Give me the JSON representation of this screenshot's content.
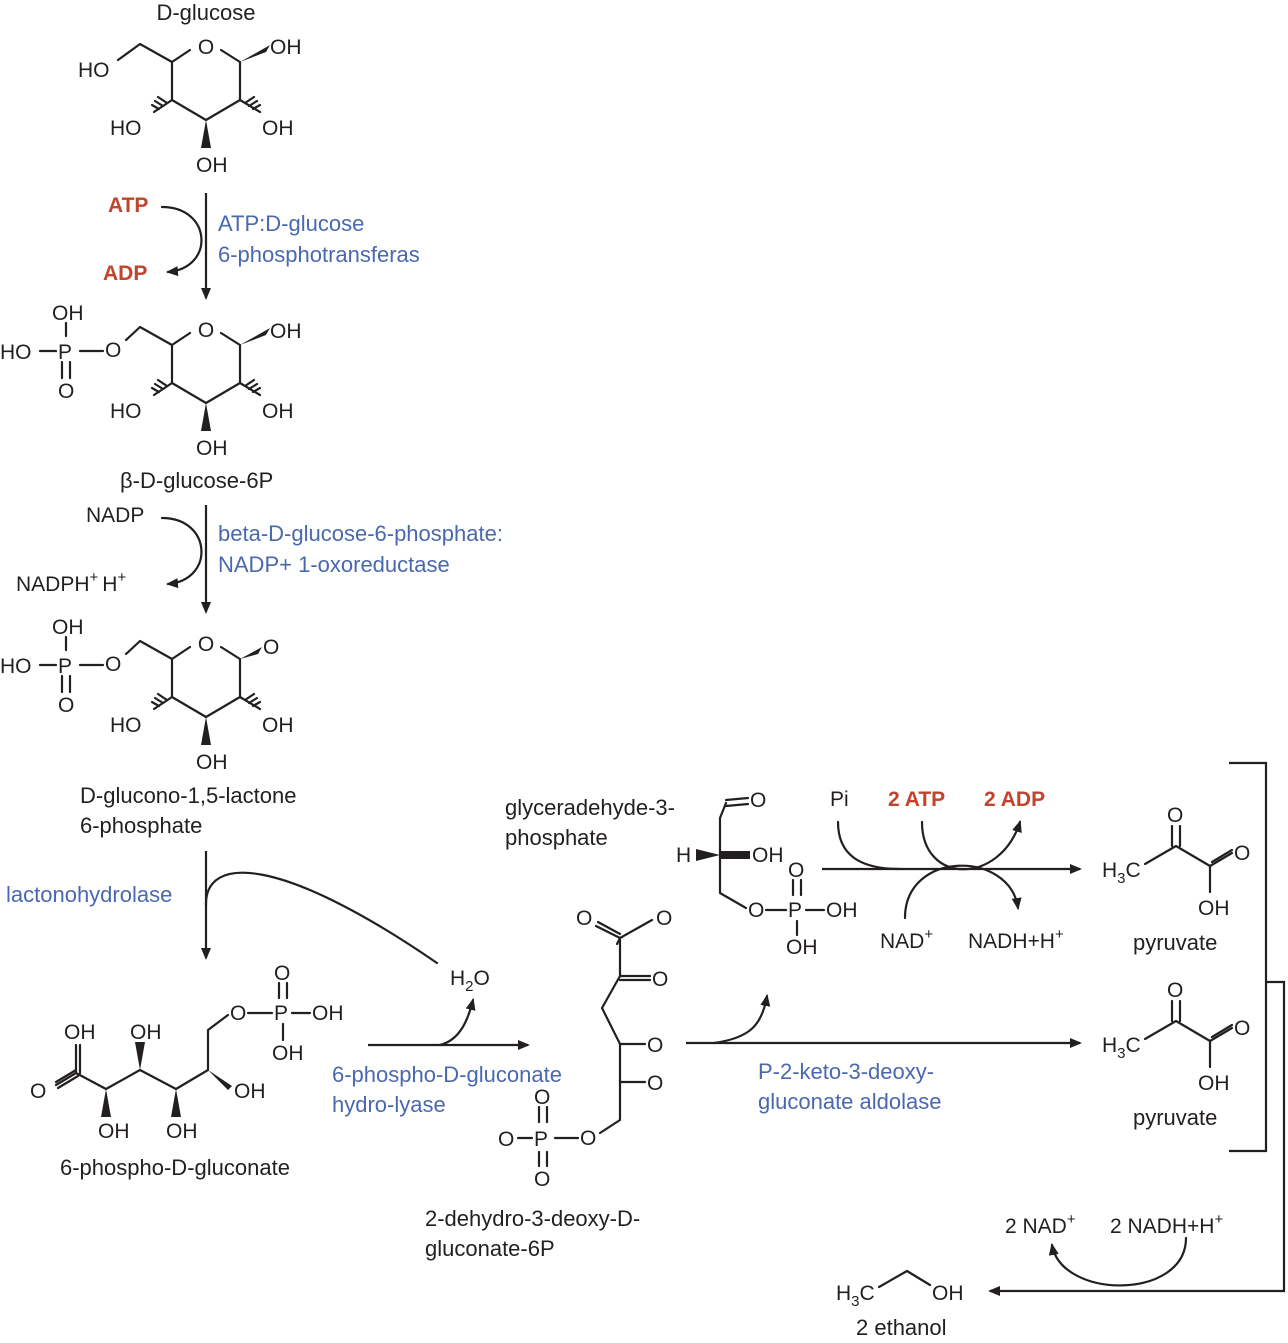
{
  "compounds": {
    "glucose": "D-glucose",
    "g6p": "β-D-glucose-6P",
    "lactone_line1": "D-glucono-1,5-lactone",
    "lactone_line2": "6-phosphate",
    "gluconate": "6-phospho-D-gluconate",
    "kdpg_line1": "2-dehydro-3-deoxy-D-",
    "kdpg_line2": "gluconate-6P",
    "g3p_line1": "glyceradehyde-3-",
    "g3p_line2": "phosphate",
    "pyruvate1": "pyruvate",
    "pyruvate2": "pyruvate",
    "ethanol": "2 ethanol"
  },
  "enzymes": {
    "hexokinase_line1": "ATP:D-glucose",
    "hexokinase_line2": "6-phosphotransferas",
    "g6pdh_line1": "beta-D-glucose-6-phosphate:",
    "g6pdh_line2": "NADP+ 1-oxoreductase",
    "lactonase": "lactonohydrolase",
    "dehydratase_line1": "6-phospho-D-gluconate",
    "dehydratase_line2": "hydro-lyase",
    "aldolase_line1": "P-2-keto-3-deoxy-",
    "aldolase_line2": "gluconate aldolase"
  },
  "cofactors": {
    "atp": "ATP",
    "adp": "ADP",
    "nadp": "NADP",
    "nadph": "NADPH",
    "nadph_sup": "+",
    "h": "H",
    "h_sup": "+",
    "water_h": "H",
    "water_sub": "2",
    "water_o": "O",
    "pi": "Pi",
    "atp2": "2 ATP",
    "adp2": "2 ADP",
    "nad": "NAD",
    "nad_sup": "+",
    "nadh": "NADH+H",
    "nadh_sup": "+",
    "nad2": "2 NAD",
    "nad2_sup": "+",
    "nadh2": "2 NADH+H",
    "nadh2_sup": "+"
  },
  "atoms": {
    "oh": "OH",
    "ho": "HO",
    "o": "O",
    "p": "P",
    "h": "H",
    "h3c_h": "H",
    "h3c_sub": "3",
    "h3c_c": "C"
  },
  "colors": {
    "text": "#231f20",
    "enzyme": "#4a68b0",
    "energy": "#c1442d"
  }
}
